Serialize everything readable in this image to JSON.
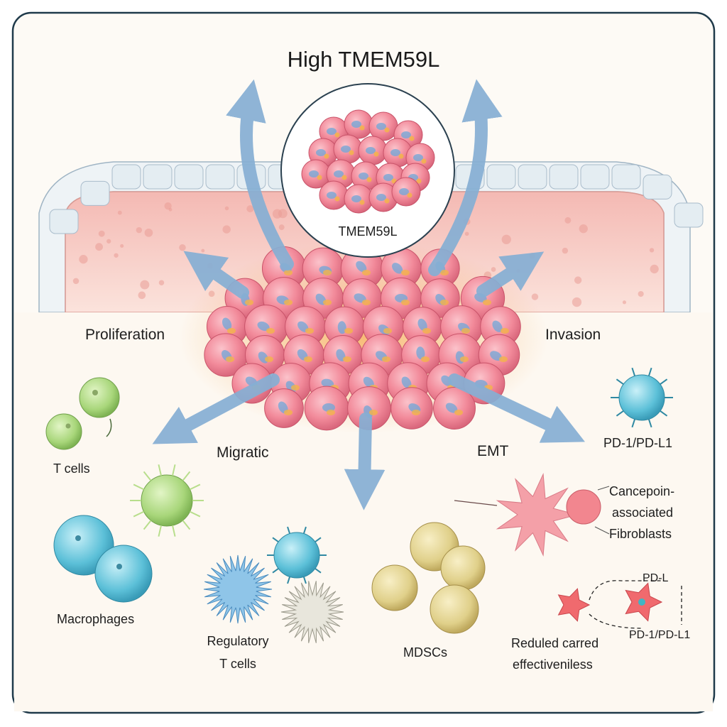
{
  "title": "High TMEM59L",
  "inset_label": "TMEM59L",
  "processes": {
    "proliferation": "Proliferation",
    "invasion": "Invasion",
    "migration": "Migratic",
    "emt": "EMT"
  },
  "immune_cells": {
    "t_cells": "T cells",
    "macrophages": "Macrophages",
    "regulatory_t_cells_line1": "Regulatory",
    "regulatory_t_cells_line2": "T cells",
    "mdscs": "MDSCs",
    "pd1_pdl1": "PD-1/PD-L1",
    "caf_line1": "Cancepoin-",
    "caf_line2": "associated",
    "caf_line3": "Fibroblasts",
    "pdl_label": "PD-L",
    "pd1_pdl1_garbled": "PD-1/PD-L1",
    "reduced_line1": "Reduled carred",
    "reduced_line2": "effectiveniless"
  },
  "colors": {
    "frame_border": "#1f3a4a",
    "tumor_pink": "#f28a9a",
    "arrow_blue": "#7fa9cf",
    "t_cell_green": "#a8d67a",
    "macrophage_cyan": "#5cc0d8",
    "mdsc_tan": "#e0d08a",
    "caf_pink": "#f4a0a8"
  }
}
